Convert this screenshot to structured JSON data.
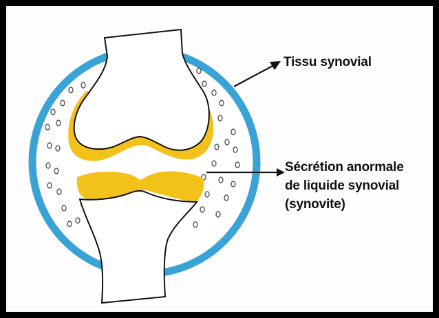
{
  "labels": {
    "synovial_tissue": "Tissu synovial",
    "abnormal_secretion_line1": "Sécrétion anormale",
    "abnormal_secretion_line2": "de liquide synovial",
    "abnormal_secretion_line3": "(synovite)"
  },
  "colors": {
    "frame": "#000000",
    "synovial_membrane": "#3aa3d6",
    "cartilage": "#f2c21b",
    "bone_fill": "#ffffff",
    "outline": "#111111"
  }
}
